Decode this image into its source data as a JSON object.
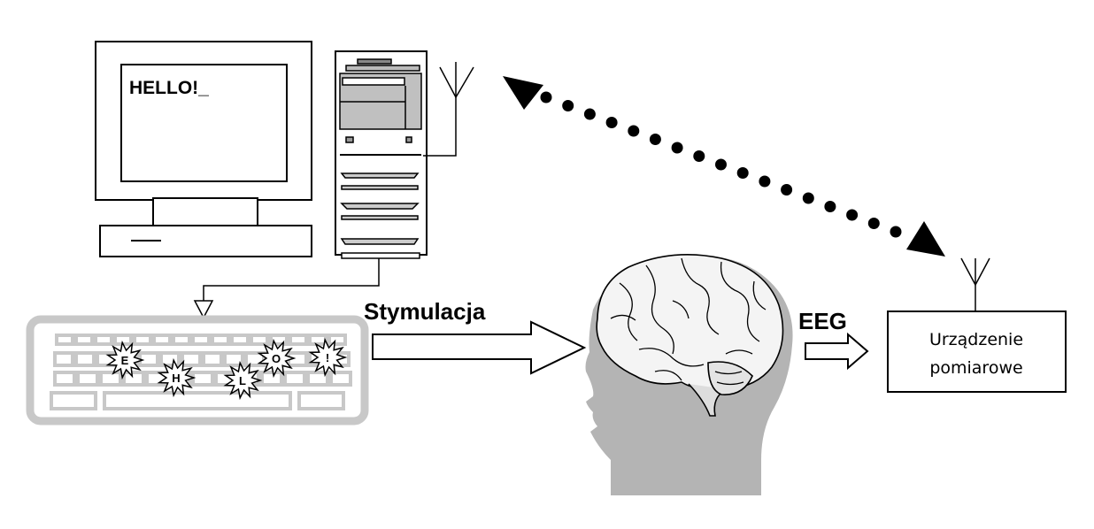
{
  "screen": {
    "text": "HELLO!_"
  },
  "arrows": {
    "stimulation": "Stymulacja",
    "eeg": "EEG"
  },
  "device": {
    "line1": "Urządzenie",
    "line2": "pomiarowe"
  },
  "keyboard": {
    "highlighted_keys": [
      "E",
      "H",
      "L",
      "O",
      "!"
    ]
  },
  "colors": {
    "outline": "#000000",
    "keyboard_gray": "#c8c8c8",
    "head_gray": "#b4b4b4",
    "drive_gray": "#c0c0c0"
  }
}
